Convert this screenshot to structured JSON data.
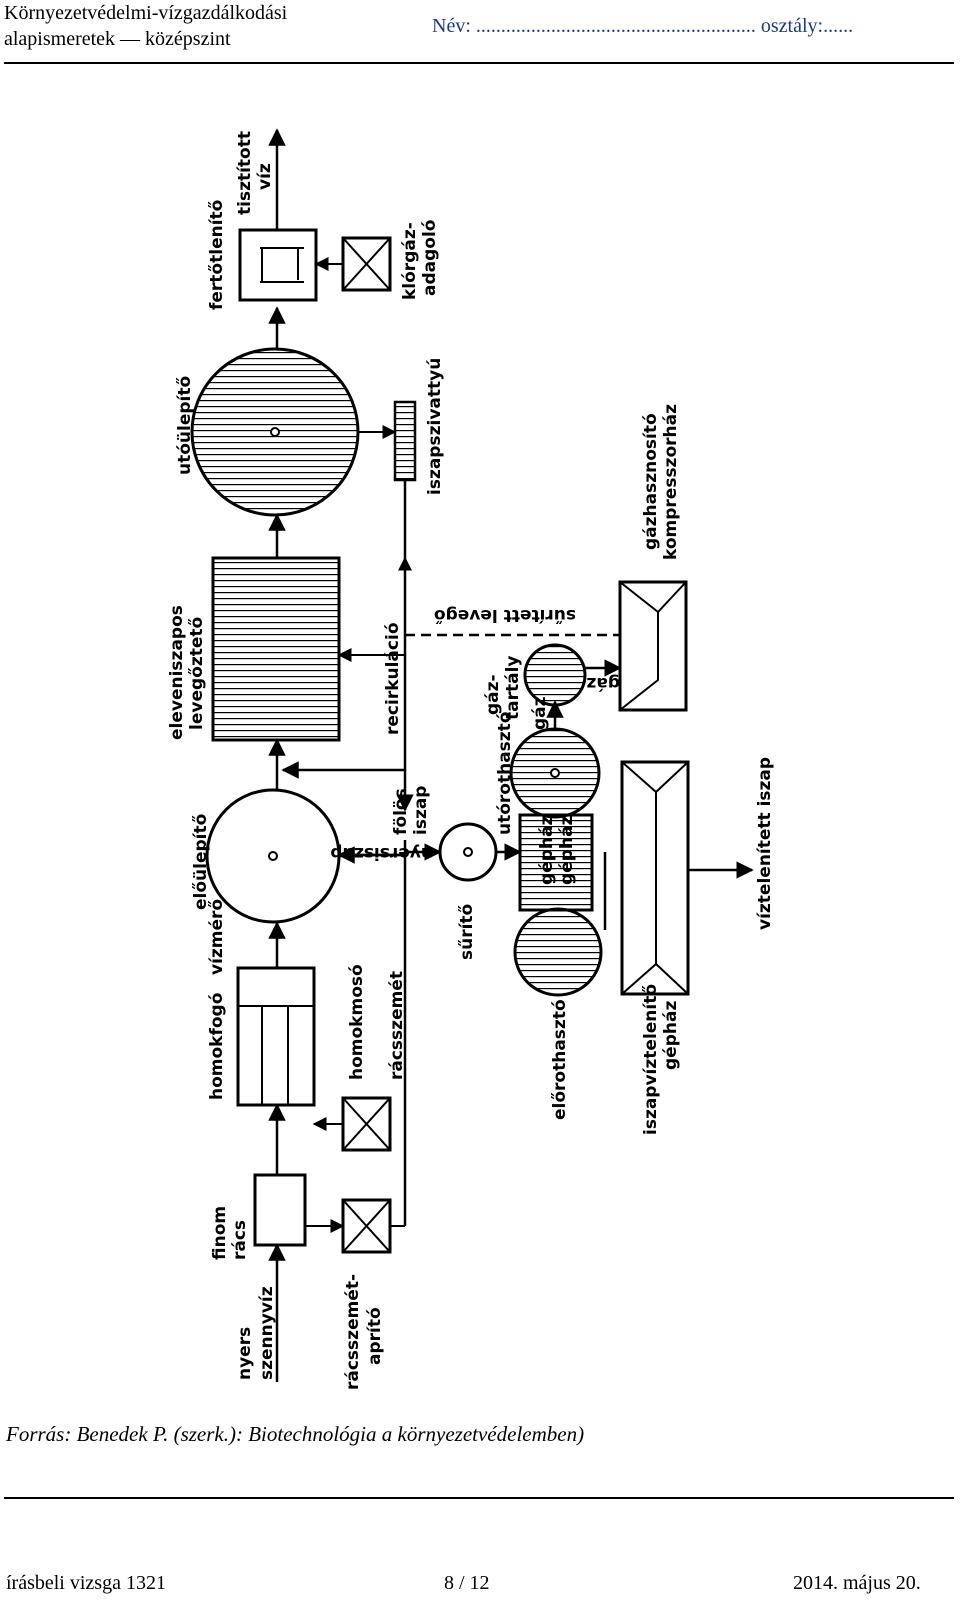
{
  "header": {
    "subject_line1": "Környezetvédelmi-vízgazdálkodási",
    "subject_line2": "alapismeretek — középszint",
    "name_class": "Név: ........................................................ osztály:......"
  },
  "diagram": {
    "labels": {
      "nyers1": "nyers",
      "nyers2": "szennyvíz",
      "finom1": "finom",
      "finom2": "rács",
      "homokfogo": "homokfogó",
      "vizmero": "vízmérő",
      "elouleplito": "előülepítő",
      "eleven1": "eleveniszapos",
      "eleven2": "levegőztető",
      "utoulepito": "utóülepítő",
      "fertotlenito": "fertőtlenítő",
      "tisztitott1": "tisztított",
      "tisztitott2": "víz",
      "klorgaz1": "klórgáz-",
      "klorgaz2": "adagoló",
      "iszapsziv": "iszapszivattyú",
      "recirkulacio": "recirkuláció",
      "suritett": "sűrített levegő",
      "gaztartaly1": "gáz-",
      "gaztartaly2": "tartály",
      "gaz1": "gáz",
      "gaz2": "gáz",
      "gazhasznosito1": "gázhasznosító",
      "gazhasznosito2": "kompresszorház",
      "folos1": "fölös",
      "folos2": "iszap",
      "nyersiszap": "nyersiszap",
      "surito": "sűrítő",
      "utorothaszto": "utórothasztó",
      "gephaz1": "gépház",
      "gephaz2": "gépház",
      "elorothaszto": "előrothasztó",
      "iszapvizt1": "iszapvíztelenítő",
      "iszapvizt2": "gépház",
      "viztelenitett": "víztelenített iszap",
      "homokmoso": "homokmosó",
      "racsszemet": "rácsszemét",
      "aprito1": "rácsszemét-",
      "aprito2": "aprító"
    }
  },
  "caption": "Forrás: Benedek P. (szerk.): Biotechnológia a környezetvédelemben)",
  "footer": {
    "left": "írásbeli vizsga 1321",
    "center": "8 / 12",
    "right": "2014. május 20."
  }
}
